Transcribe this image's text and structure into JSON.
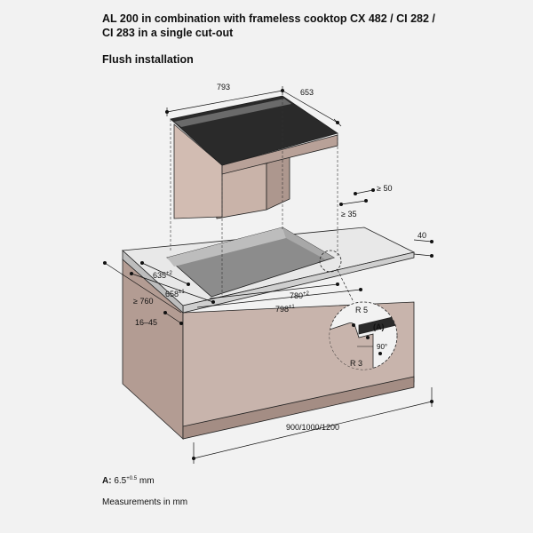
{
  "title_lines": [
    "AL 200 in combination with frameless cooktop CX 482 / CI 282 /",
    "CI 283 in a single cut-out"
  ],
  "subtitle": "Flush installation",
  "dimensions": {
    "d793": "793",
    "d653": "653",
    "d50": "≥ 50",
    "d35": "≥ 35",
    "d40": "40",
    "d635": "635",
    "d635_tol": "+2",
    "d658": "658",
    "d658_tol": "±1",
    "d760": "≥ 760",
    "d16_45": "16–45",
    "d780": "780",
    "d780_tol": "+2",
    "d798": "798",
    "d798_tol": "±1",
    "width": "900/1000/1200"
  },
  "detail": {
    "r5": "R 5",
    "r3": "R 3",
    "a": "(A)",
    "angle": "90°"
  },
  "notes": {
    "a_label": "A:",
    "a_value": "6.5",
    "a_tol": "+0.5",
    "a_unit": "mm",
    "measurements": "Measurements in mm"
  },
  "colors": {
    "background": "#f2f2f2",
    "cabinet": "#c8b4ac",
    "cabinet_side": "#b39c93",
    "counter_top": "#e8e8e8",
    "cutout": "#8c8c8c",
    "cutout_wall": "#bdbdbd",
    "unit_body": "#d2bcb2",
    "glass": "#2a2a2a"
  }
}
